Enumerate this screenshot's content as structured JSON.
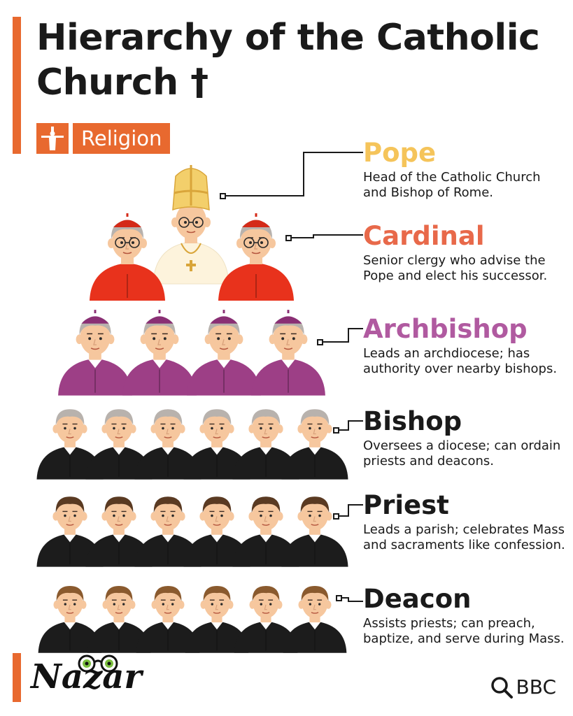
{
  "header": {
    "title": "Hierarchy of the Catholic Church †",
    "category": "Religion"
  },
  "ranks": [
    {
      "name": "Pope",
      "description": "Head of the Catholic Church and Bishop of Rome.",
      "color": "#f5c45a"
    },
    {
      "name": "Cardinal",
      "description": "Senior clergy who advise the Pope and elect his successor.",
      "color": "#e8694a"
    },
    {
      "name": "Archbishop",
      "description": "Leads an archdiocese; has authority over nearby bishops.",
      "color": "#b05aa0"
    },
    {
      "name": "Bishop",
      "description": "Oversees a diocese; can ordain priests and deacons.",
      "color": "#1a1a1a"
    },
    {
      "name": "Priest",
      "description": "Leads a parish; celebrates Mass and sacraments like confession.",
      "color": "#1a1a1a"
    },
    {
      "name": "Deacon",
      "description": "Assists priests; can preach, baptize, and serve during Mass.",
      "color": "#1a1a1a"
    }
  ],
  "figure_counts": {
    "pope": 1,
    "cardinal": 2,
    "archbishop": 4,
    "bishop": 6,
    "priest": 6,
    "deacon": 6
  },
  "colors": {
    "accent": "#e8692f",
    "pope_robe": "#fdf3dc",
    "pope_mitre": "#f3cf6b",
    "cardinal_robe": "#e8321c",
    "archbishop_robe": "#9d3f86",
    "cassock": "#1c1c1c",
    "skin": "#f6c79e",
    "hair_grey": "#b8b2ad",
    "hair_brown_dark": "#5a3a22",
    "hair_brown_light": "#8a5a2e"
  },
  "footer": {
    "brand": "Nazar",
    "source": "BBC"
  }
}
